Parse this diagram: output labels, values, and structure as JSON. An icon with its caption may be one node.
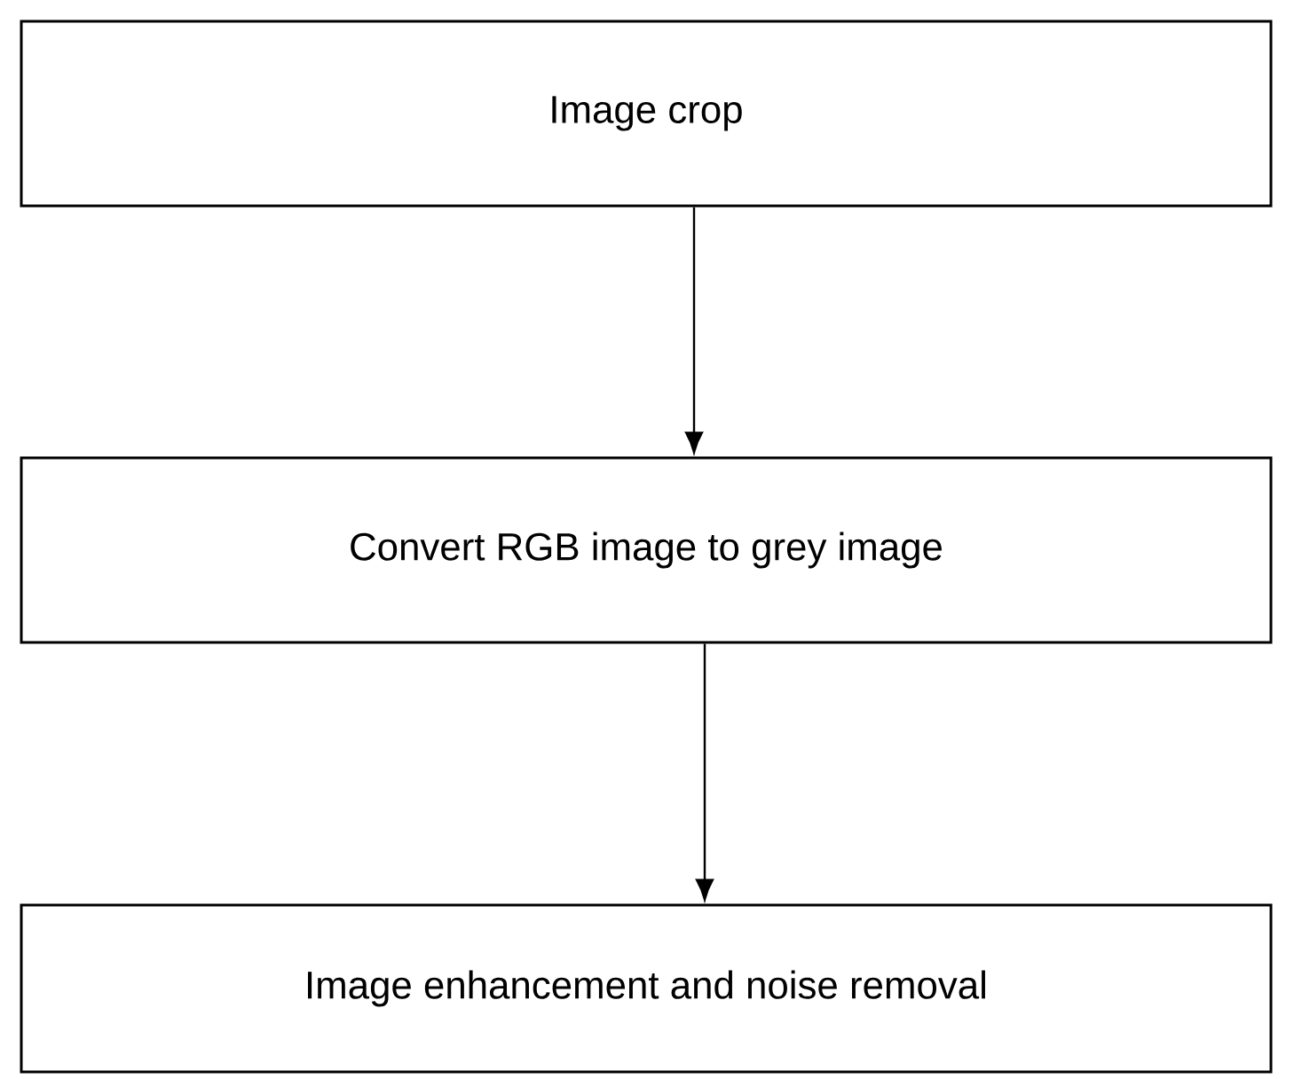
{
  "diagram": {
    "nodes": [
      {
        "text": [
          "Image crop"
        ]
      },
      {
        "text": [
          "Convert RGB image to grey image"
        ]
      },
      {
        "text": [
          "Image enhancement and noise removal"
        ]
      }
    ],
    "edges": [
      {
        "from": 0,
        "to": 1,
        "arrow": "to"
      },
      {
        "from": 1,
        "to": 2,
        "arrow": "to"
      }
    ]
  }
}
